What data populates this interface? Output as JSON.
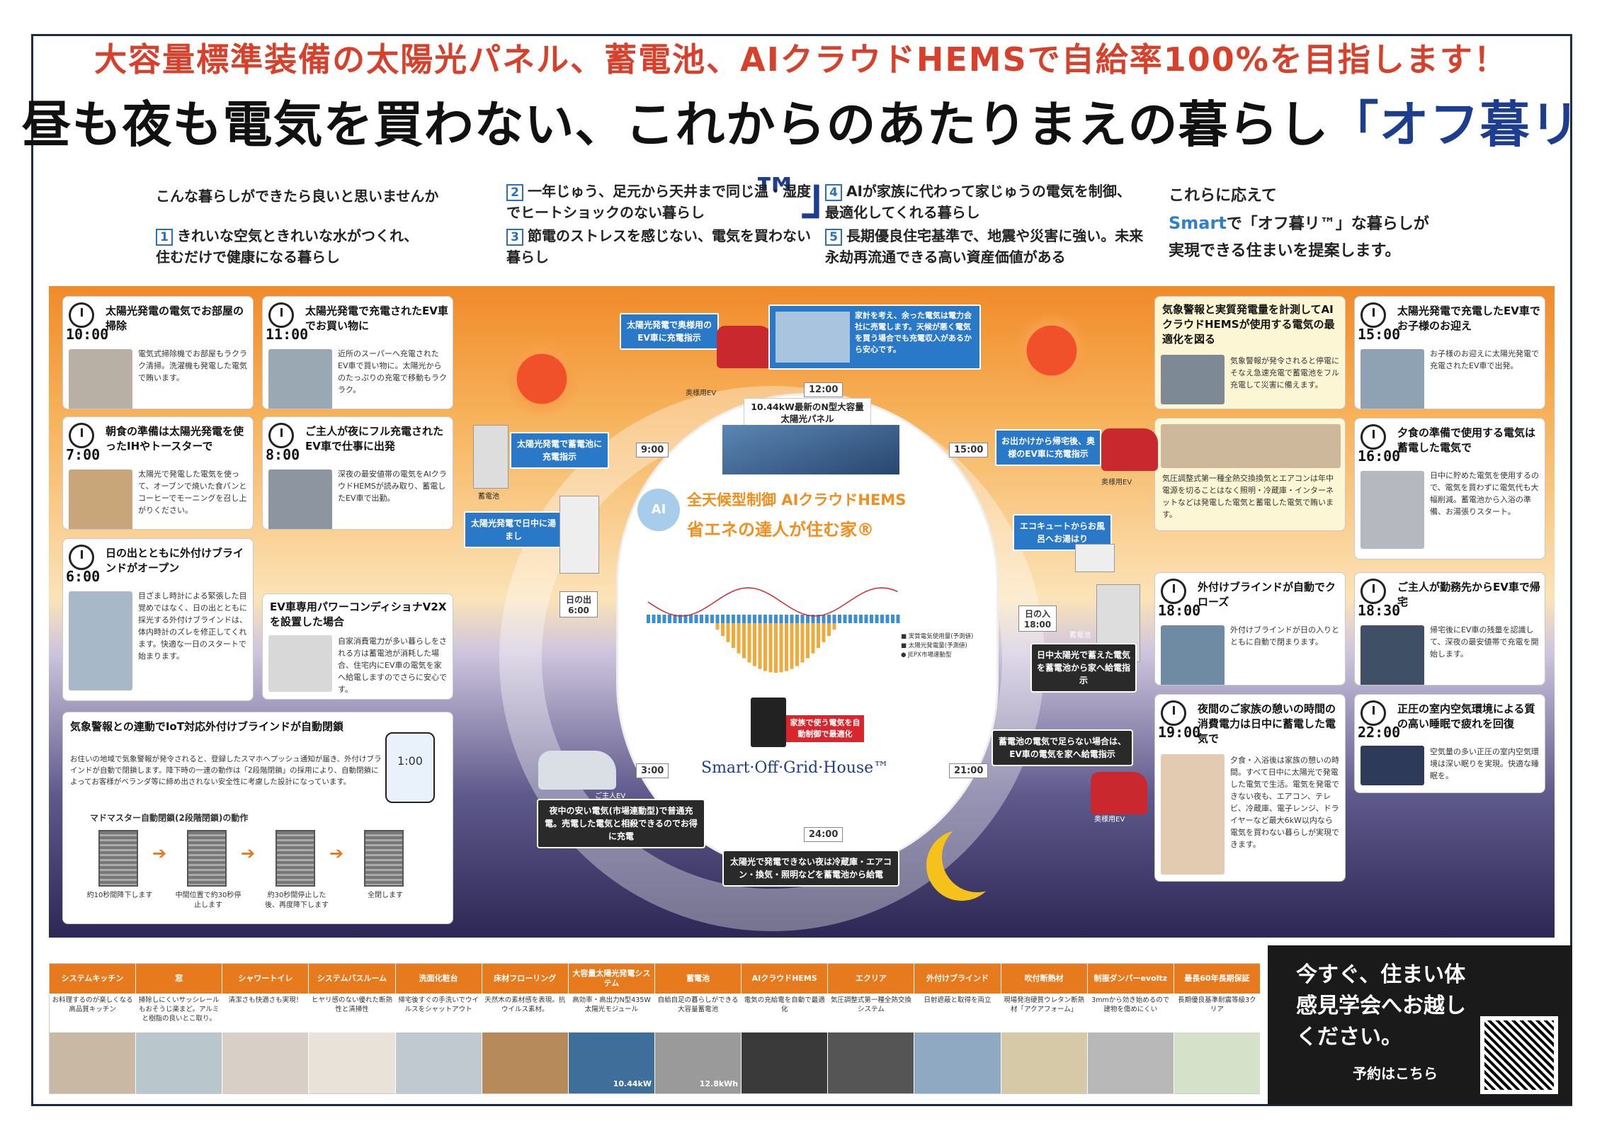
{
  "header": {
    "line1": "大容量標準装備の太陽光パネル、蓄電池、AIクラウドHEMSで自給率100%を目指します！",
    "line2_main": "昼も夜も電気を買わない、これからのあたりまえの暮らし",
    "line2_brand": "「オフ暮リ™」"
  },
  "intro": {
    "lead": "こんな暮らしができたら良いと思いませんか",
    "items": [
      {
        "n": "1",
        "t": "きれいな空気ときれいな水がつくれ、住むだけで健康になる暮らし"
      },
      {
        "n": "2",
        "t": "一年じゅう、足元から天井まで同じ温・湿度でヒートショックのない暮らし"
      },
      {
        "n": "3",
        "t": "節電のストレスを感じない、電気を買わない暮らし"
      },
      {
        "n": "4",
        "t": "AIが家族に代わって家じゅうの電気を制御、最適化してくれる暮らし"
      },
      {
        "n": "5",
        "t": "長期優良住宅基準で、地震や災害に強い。未来永劫再流通できる高い資産価値がある"
      }
    ],
    "proposal1": "これらに応えて",
    "proposal2a": "Smart",
    "proposal2b": "で「オフ暮リ™」な暮らしが",
    "proposal3": "実現できる住まいを提案します。"
  },
  "cards": [
    {
      "time": "10:00",
      "title": "太陽光発電の電気でお部屋の掃除",
      "body": "電気式掃除機でお部屋もラクラク清掃。洗濯機も発電した電気で賄います。"
    },
    {
      "time": "11:00",
      "title": "太陽光発電で充電されたEV車でお買い物に",
      "body": "近所のスーパーへ充電されたEV車で買い物に。太陽光からのたっぷりの充電で移動もラクラク。"
    },
    {
      "time": "7:00",
      "title": "朝食の準備は太陽光発電を使ったIHやトースターで",
      "body": "太陽光で発電した電気を使って、オーブンで焼いた食パンとコーヒーでモーニングを召し上がりください。"
    },
    {
      "time": "8:00",
      "title": "ご主人が夜にフル充電されたEV車で仕事に出発",
      "body": "深夜の最安値帯の電気をAIクラウドHEMSが読み取り、蓄電したEV車で出勤。"
    },
    {
      "time": "6:00",
      "title": "日の出とともに外付けブラインドがオープン",
      "body": "目ざまし時計による緊張した目覚めではなく、日の出とともに採光する外付けブラインドは、体内時計のズレを修正してくれます。快適な一日のスタートで始まります。"
    },
    {
      "time": "",
      "title": "EV車専用パワーコンディショナV2Xを設置した場合",
      "body": "自家消費電力が多い暮らしをされる方は蓄電池が消耗した場合、住宅内にEV車の電気を家へ給電しますのでさらに安心です。"
    },
    {
      "time": "",
      "title": "気象警報と実質発電量を計測してAIクラウドHEMSが使用する電気の最適化を図る",
      "body": "気象警報が発令されると停電にそなえ急速充電で蓄電池をフル充電して災害に備えます。"
    },
    {
      "time": "15:00",
      "title": "太陽光発電で充電したEV車でお子様のお迎え",
      "body": "お子様のお迎えに太陽光発電で充電されたEV車で出発。"
    },
    {
      "time": "",
      "title": "",
      "body": "気圧調整式第一種全熱交換換気とエアコンは年中電源を切ることはなく照明・冷蔵庫・インターネットなどは発電した電気と蓄電した電気で賄います。"
    },
    {
      "time": "16:00",
      "title": "夕食の準備で使用する電気は蓄電した電気で",
      "body": "日中に貯めた電気を使用するので、電気を買わずに電気代も大幅削減。蓄電池から入浴の準備、お湯張りスタート。"
    },
    {
      "time": "18:00",
      "title": "外付けブラインドが自動でクローズ",
      "body": "外付けブラインドが日の入りとともに自動で閉まります。"
    },
    {
      "time": "18:30",
      "title": "ご主人が勤務先からEV車で帰宅",
      "body": "帰宅後にEV車の残量を認識して、深夜の最安値帯で充電を開始します。"
    },
    {
      "time": "19:00",
      "title": "夜間のご家族の憩いの時間の消費電力は日中に蓄電した電気で",
      "body": "夕食・入浴後は家族の憩いの時間。すべて日中に太陽光で発電した電気で生活。電気を発電できない夜も、エアコン、テレビ、冷蔵庫、電子レンジ、ドライヤーなど最大6kW以内なら電気を買わない暮らしが実現できます。"
    },
    {
      "time": "22:00",
      "title": "正圧の室内空気環境による質の高い睡眠で疲れを回復",
      "body": "空気量の多い正圧の室内空気環境は深い眠りを実現。快適な睡眠を。"
    }
  ],
  "iot": {
    "title": "気象警報との連動でIoT対応外付けブラインドが自動閉鎖",
    "body": "お住いの地域で気象警報が発令されると、登録したスマホへプッシュ通知が届き、外付けブラインドが自動で閉鎖します。降下時の一連の動作は「2段階閉鎖」の採用により、自動閉鎖によってお客様がベランダ等に締め出されない安全性に考慮した設計になっています。",
    "steps_title": "マドマスター自動閉鎖(2段階閉鎖)の動作",
    "steps": [
      "約10秒間降下します",
      "中間位置で約30秒停止します",
      "約30秒間停止した後、再度降下します",
      "全閉します"
    ],
    "phone_time": "1:00"
  },
  "center": {
    "panel": "10.44kW最新のN型大容量太陽光パネル",
    "hems1": "全天候型制御 AIクラウドHEMS",
    "hems2": "省エネの達人が住む家®",
    "house": "Smart·Off·Grid·House™",
    "times": [
      "12:00",
      "15:00",
      "9:00",
      "21:00",
      "3:00",
      "24:00"
    ],
    "sunrise": "日の出 6:00",
    "sunset": "日の入 18:00",
    "legend": [
      "実質電気使用量(予測値)",
      "太陽光発電量(予測値)",
      "JEPX市場連動型"
    ],
    "charge_label": "家族で使う電気を自動制御で最適化"
  },
  "boxes": [
    {
      "t": "太陽光発電で奥様用のEV車に充電指示"
    },
    {
      "t": "家計を考え、余った電気は電力会社に売電します。天候が悪く電気を買う場合でも充電収入があるから安心です。"
    },
    {
      "t": "太陽光発電で蓄電池に充電指示"
    },
    {
      "t": "太陽光発電で日中に湯まし"
    },
    {
      "t": "お出かけから帰宅後、奥様のEV車に充電指示"
    },
    {
      "t": "エコキュートからお風呂へお湯はり"
    },
    {
      "t": "日中太陽光で蓄えた電気を蓄電池から家へ給電指示"
    },
    {
      "t": "蓄電池の電気で足らない場合は、EV車の電気を家へ給電指示"
    },
    {
      "t": "夜中の安い電気(市場連動型)で普通充電。売電した電気と相殺できるのでお得に充電"
    },
    {
      "t": "太陽光で発電できない夜は冷蔵庫・エアコン・換気・照明などを蓄電池から給電"
    }
  ],
  "labels": {
    "ev_wife": "奥様用EV",
    "ev_husband": "ご主人EV",
    "battery": "蓄電池"
  },
  "features": [
    {
      "h": "システムキッチン",
      "d": "お料理するのが楽しくなる高品質キッチン"
    },
    {
      "h": "窓",
      "d": "掃除しにくいサッシレールもおそうじ楽まど。アルミと樹脂の良いとこ取り。"
    },
    {
      "h": "シャワートイレ",
      "d": "清潔さも快適さも実現！"
    },
    {
      "h": "システムバスルーム",
      "d": "ヒヤリ感のない優れた断熱性と清掃性"
    },
    {
      "h": "洗面化粧台",
      "d": "帰宅後すぐの手洗いでウイルスをシャットアウト"
    },
    {
      "h": "床材フローリング",
      "d": "天然木の素材感を表現。抗ウイルス素材。"
    },
    {
      "h": "大容量太陽光発電システム",
      "d": "高効率・高出力N型435W太陽光モジュール"
    },
    {
      "h": "蓄電池",
      "d": "自給自足の暮らしができる大容量蓄電池"
    },
    {
      "h": "AIクラウドHEMS",
      "d": "電気の充給電を自動で最適化"
    },
    {
      "h": "エクリア",
      "d": "気圧調整式第一種全熱交換システム"
    },
    {
      "h": "外付けブラインド",
      "d": "日射遮蔽と取得を両立"
    },
    {
      "h": "吹付断熱材",
      "d": "現場発泡硬質ウレタン断熱材「アクアフォーム」"
    },
    {
      "h": "制振ダンパーevoltz",
      "d": "3mmから効き始めるので建物を傷めにくい"
    },
    {
      "h": "最長60年長期保証",
      "d": "長期優良基準耐震等級3クリア"
    }
  ],
  "feature_tags": {
    "solar": "10.44kW",
    "battery": "12.8kWh"
  },
  "cta": {
    "text": "今すぐ、住まい体感見学会へお越しください。",
    "reserve": "予約はこちら"
  }
}
